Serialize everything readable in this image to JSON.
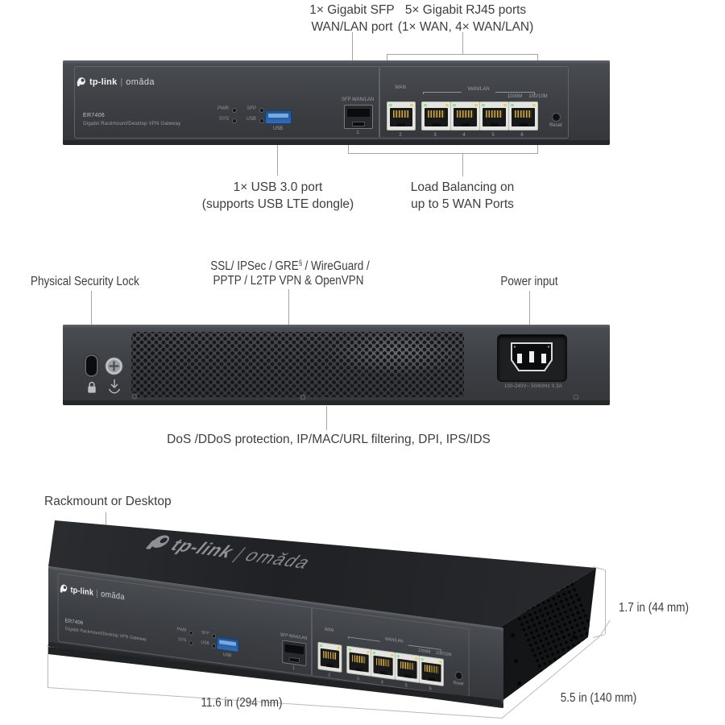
{
  "front_callouts": {
    "sfp_line1": "1× Gigabit SFP",
    "sfp_line2": "WAN/LAN port",
    "rj45_line1": "5× Gigabit RJ45 ports",
    "rj45_line2": "(1× WAN, 4× WAN/LAN)",
    "usb_line1": "1× USB 3.0 port",
    "usb_line2": "(supports USB LTE dongle)",
    "load_line1": "Load Balancing on",
    "load_line2": "up to 5 WAN Ports"
  },
  "panel": {
    "logo_tplink": "tp-link",
    "logo_divider": "|",
    "logo_omada": "omăda",
    "model": "ER7406",
    "subtitle": "Gigabit Rackmount/Desktop VPN Gateway",
    "led_pwr": "PWR",
    "led_sys": "SYS",
    "led_sfp": "SFP",
    "led_usb": "USB",
    "usb_port_label": "USB",
    "sfp_port_label": "SFP WAN/LAN",
    "sfp_port_number": "1",
    "wan_label": "WAN",
    "wanlan_label": "WAN/LAN",
    "speed_left": "1000M",
    "speed_right": "100/10M",
    "port_numbers": [
      "2",
      "3",
      "4",
      "5",
      "6"
    ],
    "reset_label": "Reset"
  },
  "rear_callouts": {
    "lock": "Physical Security Lock",
    "vpn_line1_pre": "SSL/ IPSec / GRE",
    "vpn_sup": "§",
    "vpn_line1_post": "/ WireGuard /",
    "vpn_line2": "PPTP / L2TP VPN & OpenVPN",
    "power": "Power input",
    "security": "DoS /DDoS protection, IP/MAC/URL filtering, DPI, IPS/IDS"
  },
  "rear_panel": {
    "power_rating": "100-240V~ 50/60Hz 0.3A"
  },
  "perspective": {
    "label": "Rackmount or Desktop",
    "dim_height": "1.7 in (44 mm)",
    "dim_width": "11.6 in (294 mm)",
    "dim_depth": "5.5 in (140 mm)"
  },
  "colors": {
    "device_body": "#3b3e42",
    "usb_blue": "#2f6cb8",
    "port_gold": "#c8a74e",
    "led_green": "#8ee57f",
    "led_yellow": "#e9d355",
    "callout_line": "#a3a5a8",
    "dimension_line": "#b7babc"
  }
}
